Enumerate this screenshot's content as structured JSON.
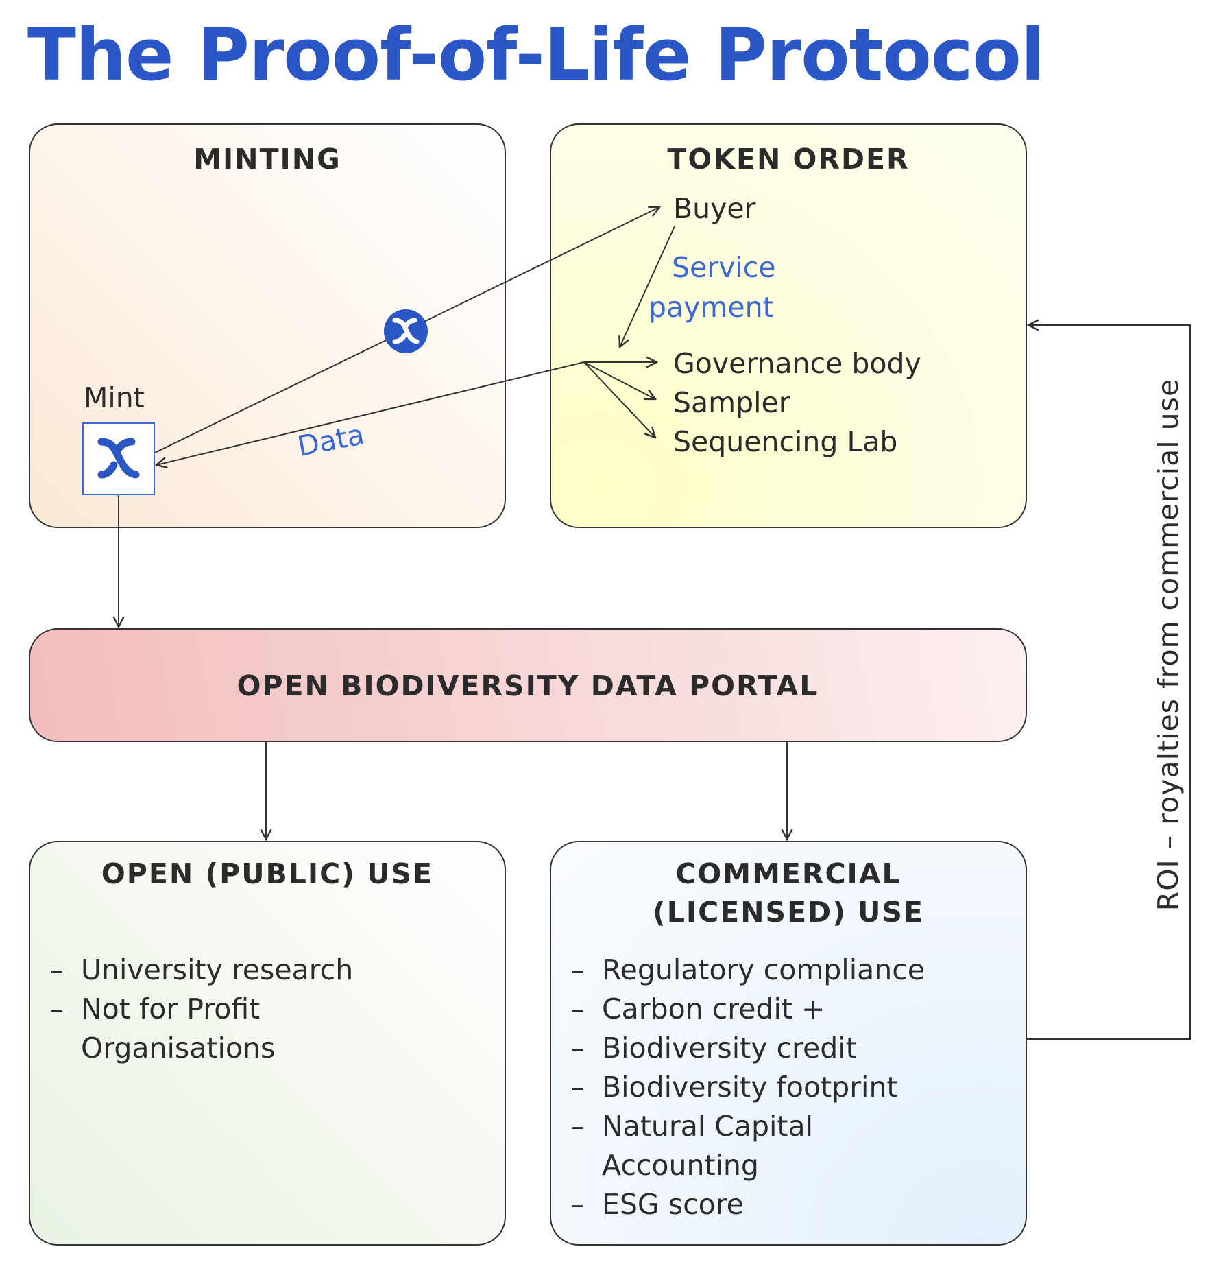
{
  "title": "The Proof-of-Life Protocol",
  "minting": {
    "title": "MINTING",
    "mint_label": "Mint",
    "data_label": "Data"
  },
  "token_order": {
    "title": "TOKEN ORDER",
    "buyer": "Buyer",
    "service_payment_line1": "Service",
    "service_payment_line2": "payment",
    "recipients": [
      "Governance body",
      "Sampler",
      "Sequencing Lab"
    ]
  },
  "portal": {
    "title": "OPEN BIODIVERSITY DATA PORTAL"
  },
  "open_use": {
    "title": "OPEN (PUBLIC) USE",
    "items": [
      "University research",
      "Not for Profit",
      "Organisations"
    ]
  },
  "commercial_use": {
    "title_line1": "COMMERCIAL",
    "title_line2": "(LICENSED) USE",
    "items": [
      "Regulatory compliance",
      "Carbon credit +",
      "Biodiversity credit",
      "Biodiversity footprint",
      "Natural Capital",
      "Accounting",
      "ESG score"
    ]
  },
  "roi_label": "ROI – royalties from commercial use",
  "colors": {
    "accent_blue": "#2a56c6",
    "label_blue": "#3a67d6",
    "line": "#333333"
  },
  "icons": {
    "mint_icon": "token-glyph-icon",
    "token_icon": "token-coin-icon"
  }
}
